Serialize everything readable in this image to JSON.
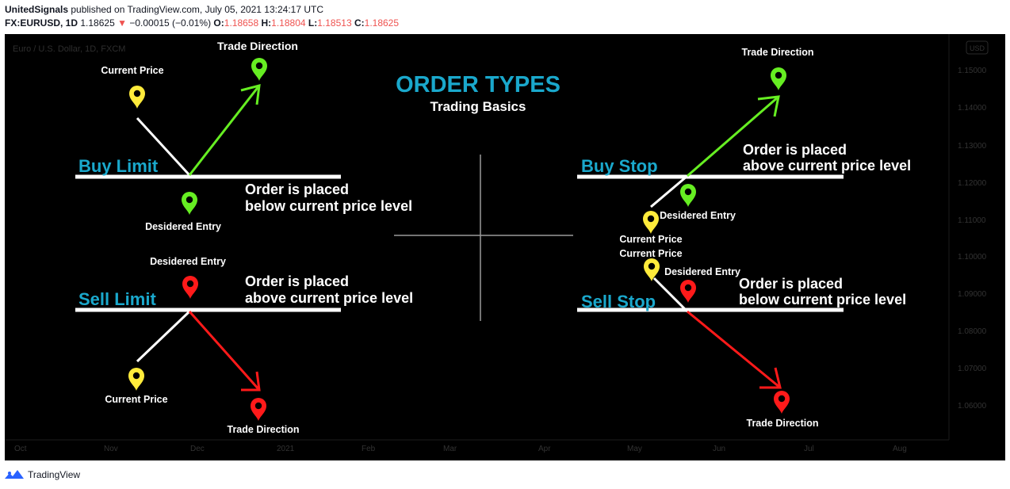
{
  "header": {
    "author": "UnitedSignals",
    "published_text": " published on TradingView.com, July 05, 2021 13:24:17 UTC",
    "symbol": "FX:EURUSD, 1D",
    "last": "1.18625",
    "change_arrow": "▼",
    "change": "−0.00015 (−0.01%)",
    "o_label": "O:",
    "o_value": "1.18658",
    "h_label": "H:",
    "h_value": "1.18804",
    "l_label": "L:",
    "l_value": "1.18513",
    "c_label": "C:",
    "c_value": "1.18625"
  },
  "chart": {
    "symbol_title": "Euro / U.S. Dollar, 1D, FXCM",
    "currency_badge": "USD",
    "price_axis": [
      "1.15000",
      "1.14000",
      "1.13000",
      "1.12000",
      "1.11000",
      "1.10000",
      "1.09000",
      "1.08000",
      "1.07000",
      "1.06000"
    ],
    "time_axis": [
      "Oct",
      "Nov",
      "Dec",
      "2021",
      "Feb",
      "Mar",
      "Apr",
      "May",
      "Jun",
      "Jul",
      "Aug"
    ],
    "title": "ORDER TYPES",
    "subtitle": "Trading Basics",
    "buy_limit": {
      "label": "Buy Limit",
      "current_price": "Current Price",
      "trade_direction": "Trade Direction",
      "entry": "Desidered Entry",
      "note_line1": "Order is placed",
      "note_line2": "below current price level"
    },
    "sell_limit": {
      "label": "Sell Limit",
      "entry": "Desidered Entry",
      "current_price": "Current Price",
      "trade_direction": "Trade Direction",
      "note_line1": "Order is placed",
      "note_line2": "above current price level"
    },
    "buy_stop": {
      "label": "Buy Stop",
      "trade_direction": "Trade Direction",
      "entry": "Desidered Entry",
      "current_price": "Current Price",
      "note_line1": "Order is placed",
      "note_line2": "above current price level"
    },
    "sell_stop": {
      "label": "Sell Stop",
      "current_price": "Current Price",
      "entry": "Desidered Entry",
      "trade_direction": "Trade Direction",
      "note_line1": "Order is placed",
      "note_line2": "below current price level"
    }
  },
  "colors": {
    "cyan": "#1aa8cc",
    "green": "#66ee22",
    "red": "#ff1a1a",
    "yellow": "#ffeb3b",
    "white": "#ffffff"
  },
  "footer": {
    "brand": "TradingView",
    "logo_icon": "tradingview-logo-icon"
  }
}
